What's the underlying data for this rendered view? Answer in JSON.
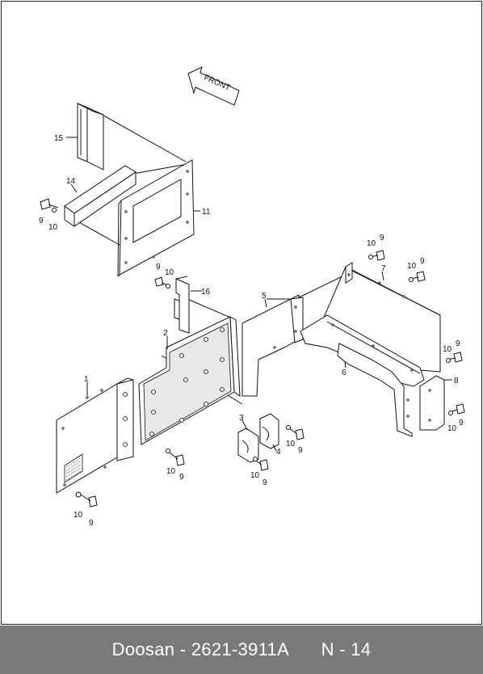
{
  "front_arrow": {
    "label": "FRONT"
  },
  "callouts": {
    "c1": "1",
    "c2": "2",
    "c3": "3",
    "c4": "4",
    "c5": "5",
    "c6": "6",
    "c7": "7",
    "c8": "8",
    "c11": "11",
    "c14": "14",
    "c15": "15",
    "c16": "16",
    "bolt": "9",
    "washer": "10"
  },
  "footer": {
    "brand": "Doosan",
    "part_number": "2621-3911A",
    "page": "N - 14"
  },
  "colors": {
    "footer_bg": "#7a7a7a",
    "footer_text": "#ffffff",
    "line": "#111111",
    "panel_fill": "#e8e8e8"
  }
}
